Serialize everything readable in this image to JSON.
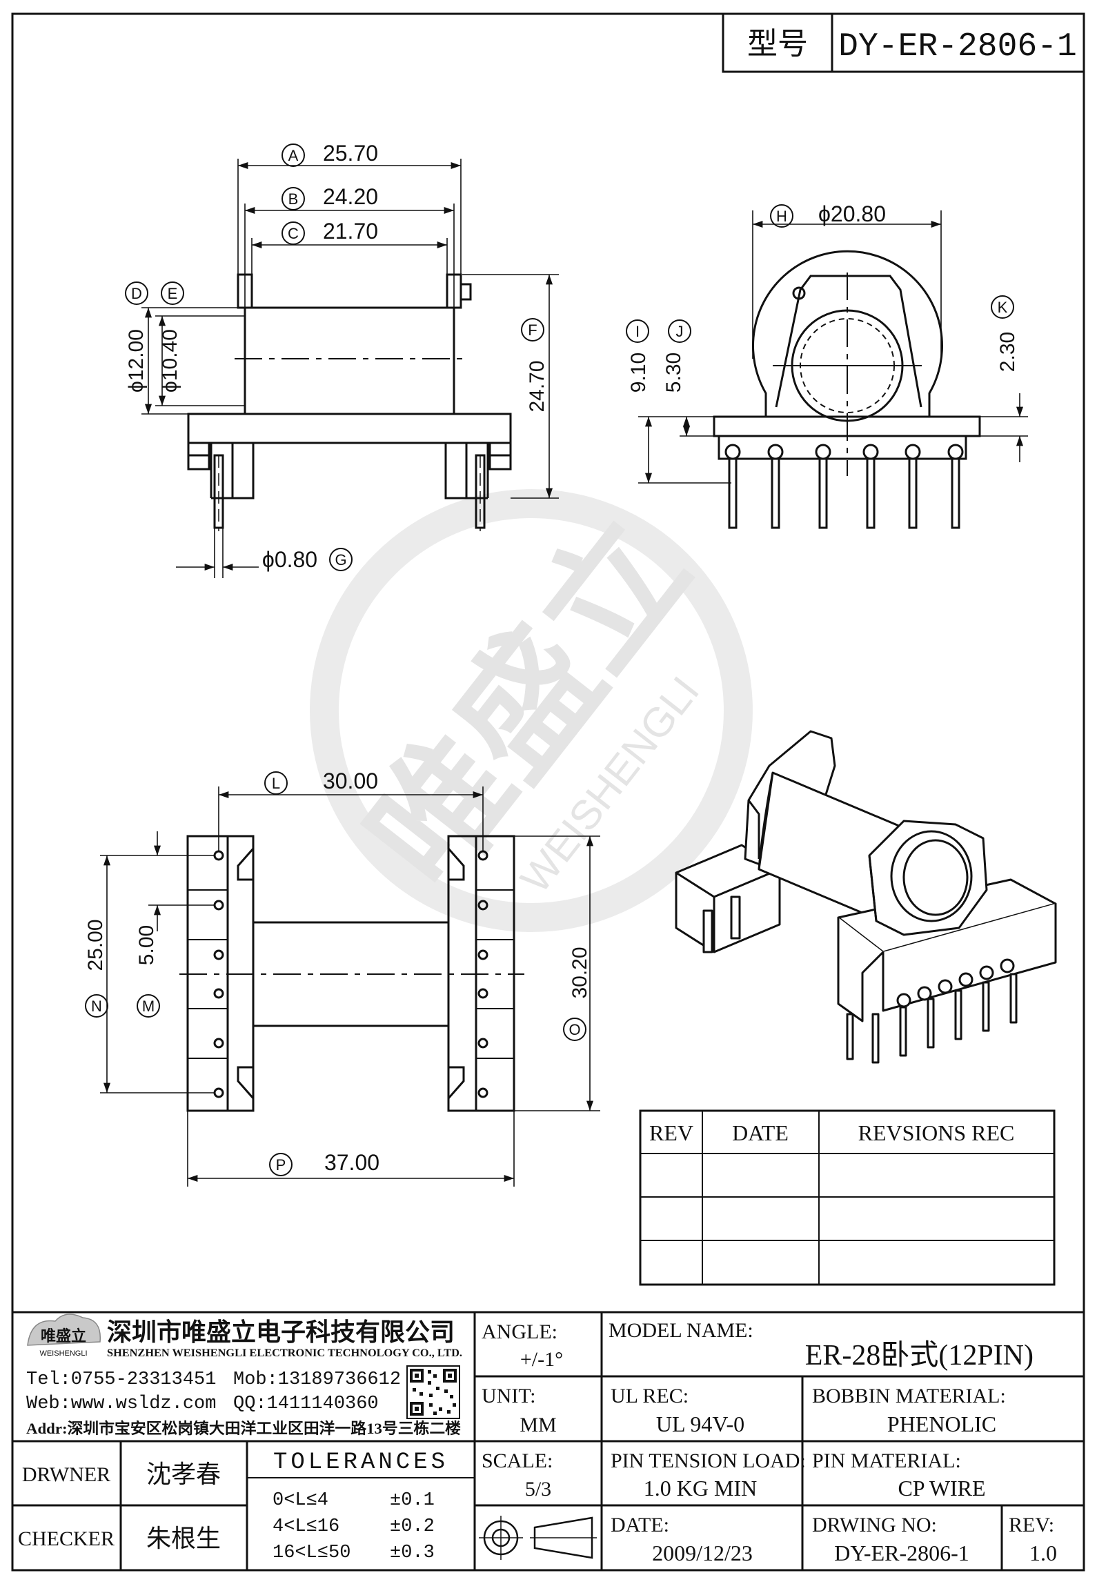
{
  "header": {
    "model_label": "型号",
    "model_value": "DY-ER-2806-1"
  },
  "dims": {
    "A": {
      "letter": "A",
      "value": "25.70"
    },
    "B": {
      "letter": "B",
      "value": "24.20"
    },
    "C": {
      "letter": "C",
      "value": "21.70"
    },
    "D": {
      "letter": "D",
      "value": "ϕ12.00"
    },
    "E": {
      "letter": "E",
      "value": "ϕ10.40"
    },
    "F": {
      "letter": "F",
      "value": "24.70"
    },
    "G": {
      "letter": "G",
      "value": "ϕ0.80"
    },
    "H": {
      "letter": "H",
      "value": "ϕ20.80"
    },
    "I": {
      "letter": "I",
      "value": "9.10"
    },
    "J": {
      "letter": "J",
      "value": "5.30"
    },
    "K": {
      "letter": "K",
      "value": "2.30"
    },
    "L": {
      "letter": "L",
      "value": "30.00"
    },
    "M": {
      "letter": "M",
      "value": "5.00"
    },
    "N": {
      "letter": "N",
      "value": "25.00"
    },
    "O": {
      "letter": "O",
      "value": "30.20"
    },
    "P": {
      "letter": "P",
      "value": "37.00"
    }
  },
  "watermark": {
    "cn": "唯盛立",
    "en": "WEISHENGLI"
  },
  "revision_table": {
    "headers": [
      "REV",
      "DATE",
      "REVSIONS REC"
    ],
    "rows": [
      [
        "",
        "",
        ""
      ],
      [
        "",
        "",
        ""
      ],
      [
        "",
        "",
        ""
      ]
    ]
  },
  "company": {
    "logo_cn": "唯盛立",
    "logo_en": "WEISHENGLI",
    "name_cn": "深圳市唯盛立电子科技有限公司",
    "name_en": "SHENZHEN WEISHENGLI ELECTRONIC TECHNOLOGY CO., LTD.",
    "tel": "Tel:0755-23313451",
    "mob": "Mob:13189736612",
    "web": "Web:www.wsldz.com",
    "qq": "QQ:1411140360",
    "addr": "Addr:深圳市宝安区松岗镇大田洋工业区田洋一路13号三栋二楼"
  },
  "title_block": {
    "angle_label": "ANGLE:",
    "angle_value": "+/-1°",
    "unit_label": "UNIT:",
    "unit_value": "MM",
    "scale_label": "SCALE:",
    "scale_value": "5/3",
    "model_name_label": "MODEL NAME:",
    "model_name_value": "ER-28卧式(12PIN)",
    "ul_rec_label": "UL REC:",
    "ul_rec_value": "UL 94V-0",
    "bobbin_material_label": "BOBBIN MATERIAL:",
    "bobbin_material_value": "PHENOLIC",
    "pin_tension_label": "PIN TENSION LOAD:",
    "pin_tension_value": "1.0 KG MIN",
    "pin_material_label": "PIN MATERIAL:",
    "pin_material_value": "CP WIRE",
    "date_label": "DATE:",
    "date_value": "2009/12/23",
    "drawing_no_label": "DRWING NO:",
    "drawing_no_value": "DY-ER-2806-1",
    "rev_label": "REV:",
    "rev_value": "1.0",
    "drawer_label": "DRWNER",
    "drawer_value": "沈孝春",
    "checker_label": "CHECKER",
    "checker_value": "朱根生",
    "tolerances_title": "TOLERANCES",
    "tolerances": [
      {
        "range": "0<L≤4",
        "tol": "±0.1"
      },
      {
        "range": "4<L≤16",
        "tol": "±0.2"
      },
      {
        "range": "16<L≤50",
        "tol": "±0.3"
      }
    ]
  }
}
